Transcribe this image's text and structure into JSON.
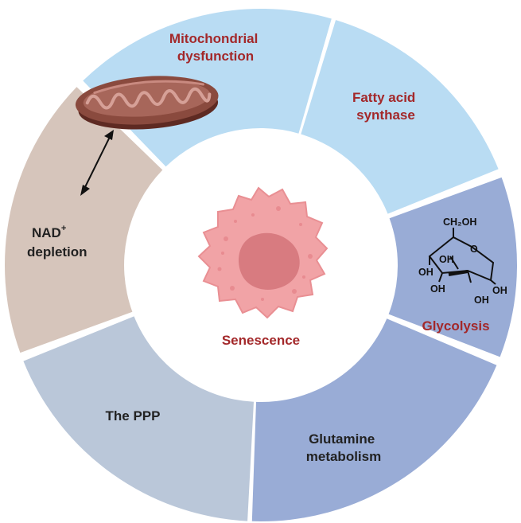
{
  "center": {
    "label": "Senescence"
  },
  "segments": [
    {
      "id": "mito",
      "lines": [
        "Mitochondrial",
        "dysfunction"
      ],
      "color": "#b9dcf3"
    },
    {
      "id": "fatty",
      "lines": [
        "Fatty acid",
        "synthase"
      ],
      "color": "#b9dcf3"
    },
    {
      "id": "glyco",
      "lines": [
        "Glycolysis"
      ],
      "color": "#99acd6"
    },
    {
      "id": "gluta",
      "lines": [
        "Glutamine",
        "metabolism"
      ],
      "color": "#99acd6"
    },
    {
      "id": "ppp",
      "lines": [
        "The PPP"
      ],
      "color": "#bac7d9"
    },
    {
      "id": "nad",
      "lines": [
        "NAD",
        "depletion"
      ],
      "superscript": "+",
      "color": "#d6c5bb"
    }
  ],
  "glucose": {
    "top": "CH₂OH",
    "o": "O",
    "oh": "OH"
  },
  "colors": {
    "label_red": "#a3282a",
    "label_dark": "#222222"
  }
}
